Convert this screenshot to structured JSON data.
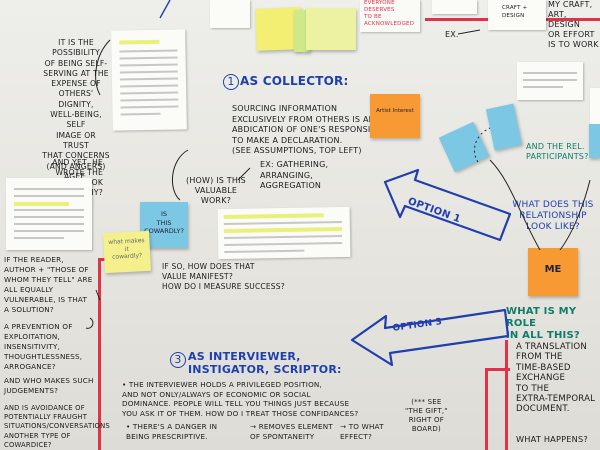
{
  "top": {
    "everyone": "EVERYONE\nDESERVES\nTO BE\nACKNOWLEDGED",
    "craft": "CRAFT +\nDESIGN",
    "craft_right": "MY CRAFT,\nART, DESIGN\nOR EFFORT\nIS TO WORK",
    "ex": "EX."
  },
  "left": {
    "possibility": "IT IS THE\nPOSSIBILITY\nOF BEING SELF-\nSERVING AT THE\nEXPENSE OF\nOTHERS' DIGNITY,\nWELL-BEING, SELF\nIMAGE OR TRUST\nTHAT CONCERNS\n(AND ANGERS)\nAGEE.",
    "and_yet": "AND YET, HE\nWROTE THE BOOK\nANYWAY.  WHY?",
    "if_reader": "IF THE READER,\nAUTHOR + \"THOSE OF\nWHOM THEY TELL\" ARE\nALL EQUALLY\nVULNERABLE, IS THAT\nA SOLUTION?",
    "prevention": "A PREVENTION OF\nEXPLOITATION,\nINSENSITIVITY,\nTHOUGHTLESSNESS,\nARROGANCE?",
    "who_makes": "AND WHO MAKES SUCH\nJUDGEMENTS?",
    "avoidance": "AND IS AVOIDANCE OF\nPOTENTIALLY FRAUGHT\nSITUATIONS/CONVERSATIONS\nANOTHER TYPE OF\nCOWARDICE?"
  },
  "collector": {
    "number": "1",
    "title": "AS COLLECTOR:",
    "body": "SOURCING INFORMATION\nEXCLUSIVELY FROM OTHERS IS AN\nABDICATION OF ONE'S RESPONSIBILITY\nTO MAKE A DECLARATION.\n(SEE ASSUMPTIONS, TOP LEFT)",
    "example": "EX: GATHERING,\nARRANGING,\nAGGREGATION",
    "how_valuable": "(HOW) IS THIS\nVALUABLE\nWORK?",
    "if_so": "IF SO, HOW DOES THAT\nVALUE MANIFEST?\nHOW DO I MEASURE SUCCESS?"
  },
  "stickies": {
    "cowardly": "IS\nTHIS\nCOWARDLY?",
    "what_makes": "what makes\nit\ncowardly?",
    "me": "ME",
    "orange_top": "Artist Interest"
  },
  "options": {
    "option1": "OPTION 1",
    "option3": "OPTION 3"
  },
  "right": {
    "and_the_rel": "AND THE REL.\nPARTICIPANTS?",
    "what_does": "WHAT DOES THIS\nRELATIONSHIP\nLOOK LIKE?",
    "what_is_my_role": "WHAT IS MY ROLE\nIN ALL THIS?",
    "translation": "A TRANSLATION\nFROM THE\nTIME-BASED\nEXCHANGE\nTO THE\nEXTRA-TEMPORAL\nDOCUMENT.",
    "what_happens": "WHAT HAPPENS?"
  },
  "interviewer": {
    "number": "3",
    "title": "AS INTERVIEWER,\nINSTIGATOR, SCRIPTOR:",
    "body": "• THE INTERVIEWER HOLDS A PRIVILEGED POSITION,\nAND NOT ONLY/ALWAYS OF ECONOMIC OR SOCIAL\nDOMINANCE. PEOPLE WILL TELL YOU THINGS JUST BECAUSE\nYOU ASK IT OF THEM. HOW DO I TREAT THOSE CONFIDANCES?",
    "see_gift": "(*** SEE\n\"THE GIFT,\"\nRIGHT OF\nBOARD)",
    "danger": "• THERE'S A DANGER IN\nBEING PRESCRIPTIVE.",
    "removes": "→ REMOVES ELEMENT\nOF SPONTANEITY",
    "to_what": "→ TO WHAT\nEFFECT?"
  },
  "colors": {
    "red": "#e0334a",
    "blue": "#1f3fb0",
    "teal": "#0d7d6a",
    "sky": "#7cc7e3",
    "orange": "#f79a33",
    "yellow": "#f3ef73",
    "green": "#cfe98a"
  }
}
